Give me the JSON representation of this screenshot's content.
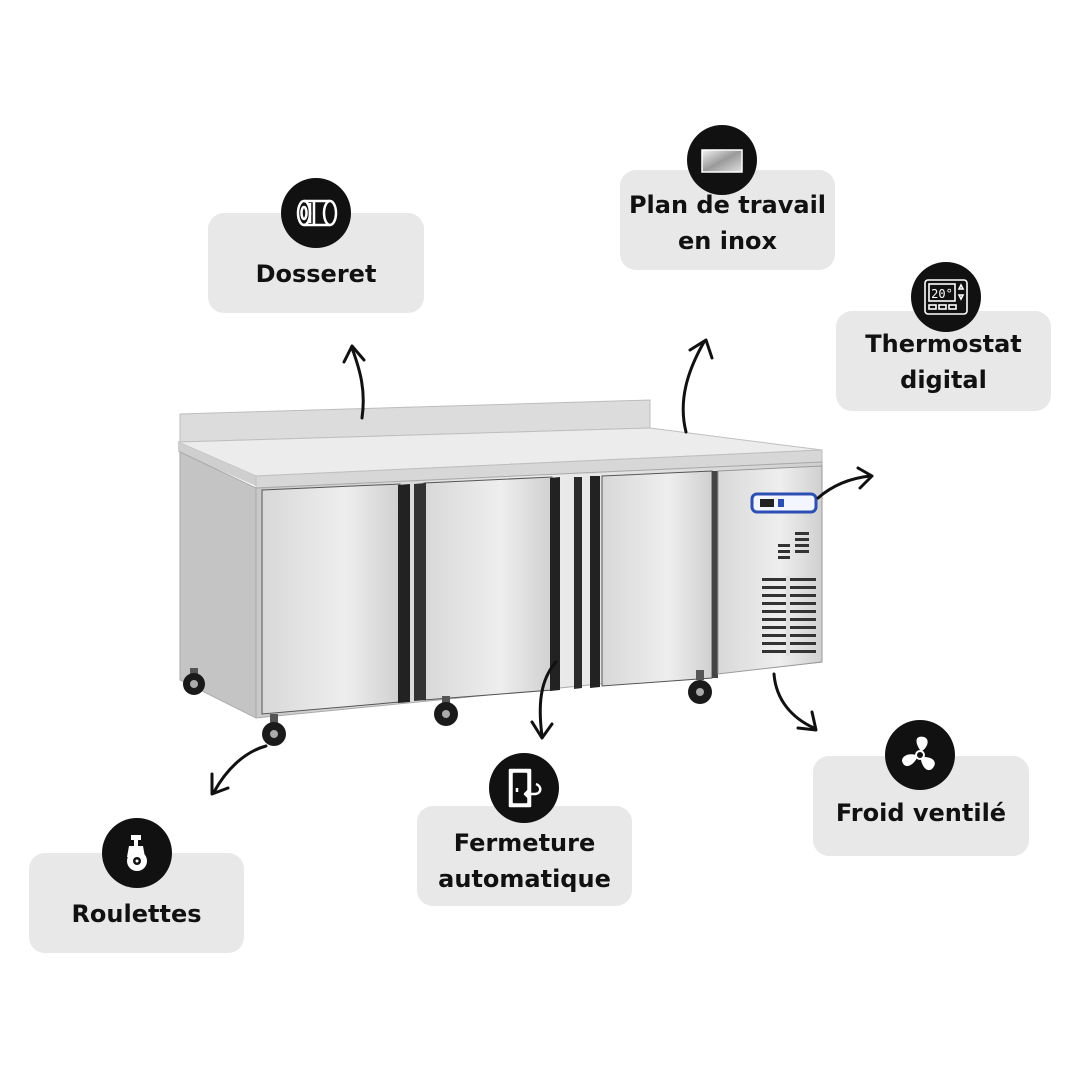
{
  "features": {
    "dosseret": {
      "label": "Dosseret",
      "icon": "backsplash-roll-icon"
    },
    "plan": {
      "label_line1": "Plan de travail",
      "label_line2": "en inox",
      "icon": "stainless-worktop-icon"
    },
    "thermostat": {
      "label_line1": "Thermostat",
      "label_line2": "digital",
      "icon": "digital-thermostat-icon",
      "display": "20°"
    },
    "froid": {
      "label": "Froid ventilé",
      "icon": "fan-icon"
    },
    "fermeture": {
      "label_line1": "Fermeture",
      "label_line2": "automatique",
      "icon": "door-close-icon"
    },
    "roulettes": {
      "label": "Roulettes",
      "icon": "caster-wheel-icon"
    }
  },
  "colors": {
    "card": "#e8e8e8",
    "icon_bg": "#111111",
    "steel": "#d4d4d4",
    "accent_blue": "#2b4fb3"
  }
}
